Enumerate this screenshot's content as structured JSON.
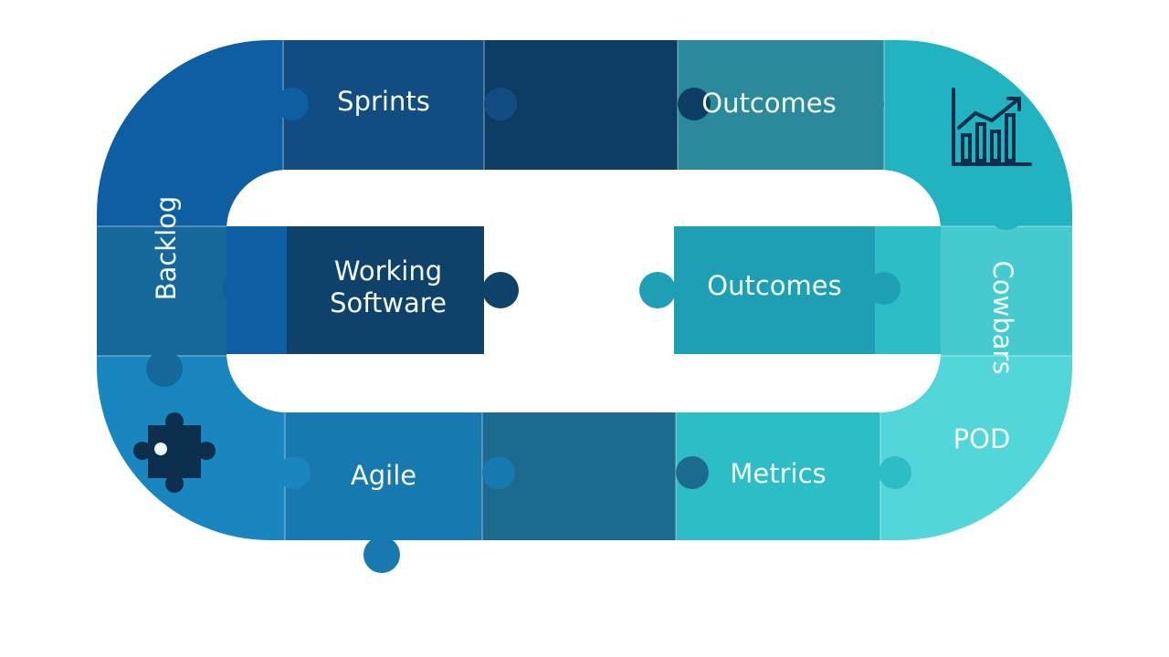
{
  "diagram": {
    "labels": {
      "sprints": "Sprints",
      "outcomes_top": "Outcomes",
      "backlog": "Backlog",
      "working_software_line1": "Working",
      "working_software_line2": "Software",
      "outcomes_middle": "Outcomes",
      "cowbars": "Cowbars",
      "agile": "Agile",
      "metrics": "Metrics",
      "pod": "POD"
    },
    "icons": [
      "bar-chart-icon",
      "puzzle-piece-icon"
    ],
    "colors": {
      "navy": "#0e3d63",
      "dark_blue": "#114d7f",
      "blue": "#0d62a6",
      "mid_blue": "#1a77b0",
      "steel": "#257b97",
      "teal": "#1a9cb5",
      "aqua": "#2cbfc8",
      "light_aqua": "#48d3d3",
      "icon_dark": "#0d2f4e"
    }
  }
}
